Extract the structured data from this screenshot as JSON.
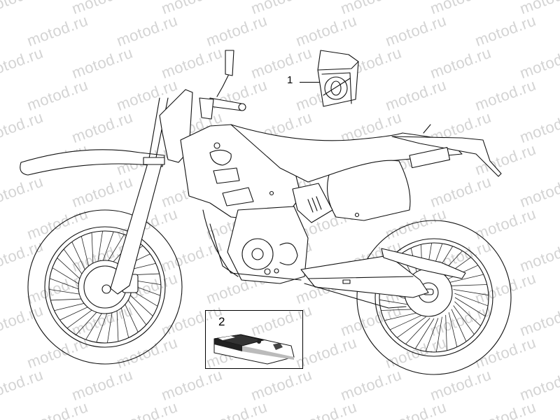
{
  "diagram": {
    "subject": "Off-road motorcycle (supermoto) side view line drawing",
    "watermark_text": "motod.ru",
    "colors": {
      "line": "#111111",
      "watermark": "#d4d4d4",
      "background": "#ffffff"
    },
    "callouts": [
      {
        "id": 1,
        "label": "1",
        "part": "tool kit pouch",
        "position": "upper right above seat"
      },
      {
        "id": 2,
        "label": "2",
        "part": "owner's manual booklet",
        "position": "boxed, below engine"
      }
    ]
  }
}
